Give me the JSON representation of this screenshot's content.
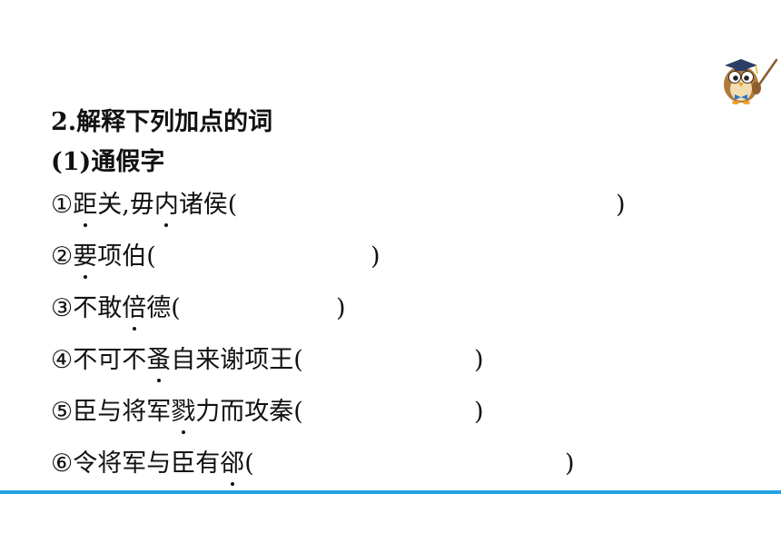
{
  "title": "2.解释下列加点的词",
  "subtitle": "(1)通假字",
  "items": [
    {
      "num": "①",
      "parts": [
        {
          "text": "距",
          "dot": true
        },
        {
          "text": "关,毋",
          "dot": false
        },
        {
          "text": "内",
          "dot": true
        },
        {
          "text": "诸侯(",
          "dot": false
        }
      ],
      "close": ")"
    },
    {
      "num": "②",
      "parts": [
        {
          "text": "要",
          "dot": true
        },
        {
          "text": "项伯(",
          "dot": false
        }
      ],
      "close": ")"
    },
    {
      "num": "③",
      "parts": [
        {
          "text": "不敢",
          "dot": false
        },
        {
          "text": "倍",
          "dot": true
        },
        {
          "text": "德(",
          "dot": false
        }
      ],
      "close": ")"
    },
    {
      "num": "④",
      "parts": [
        {
          "text": "不可不",
          "dot": false
        },
        {
          "text": "蚤",
          "dot": true
        },
        {
          "text": "自来谢项王(",
          "dot": false
        }
      ],
      "close": ")"
    },
    {
      "num": "⑤",
      "parts": [
        {
          "text": "臣与将军",
          "dot": false
        },
        {
          "text": "戮",
          "dot": true
        },
        {
          "text": "力而攻秦(",
          "dot": false
        }
      ],
      "close": ")"
    },
    {
      "num": "⑥",
      "parts": [
        {
          "text": "令将军与臣有",
          "dot": false
        },
        {
          "text": "郤",
          "dot": true
        },
        {
          "text": "(",
          "dot": false
        }
      ],
      "close": ")"
    }
  ],
  "icons": {
    "mascot": "owl-teacher-icon"
  },
  "colors": {
    "divider": "#1fa3e0",
    "text": "#111111"
  }
}
